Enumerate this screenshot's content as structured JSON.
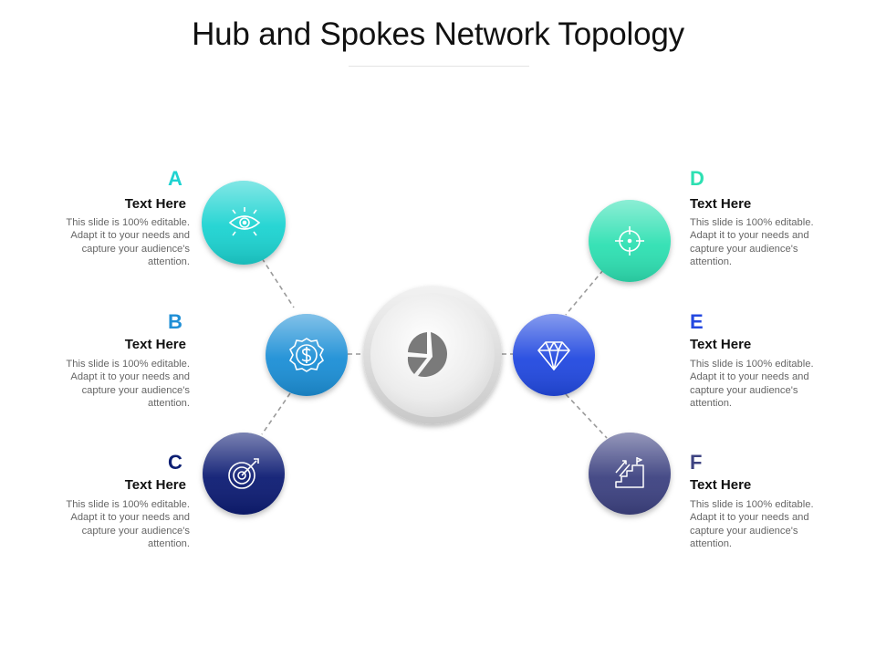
{
  "title": "Hub and Spokes Network Topology",
  "nodes": [
    {
      "letter": "A",
      "heading": "Text Here",
      "description": "This slide is 100% editable. Adapt it to your needs and capture your audience's attention.",
      "color": "#1fd3d1",
      "icon": "eye-icon"
    },
    {
      "letter": "B",
      "heading": "Text Here",
      "description": "This slide is 100% editable. Adapt it to your needs and capture your audience's attention.",
      "color": "#1f8fd6",
      "icon": "dollar-badge-icon"
    },
    {
      "letter": "C",
      "heading": "Text Here",
      "description": "This slide is 100% editable. Adapt it to your needs and capture your audience's attention.",
      "color": "#0c1f73",
      "icon": "target-icon"
    },
    {
      "letter": "D",
      "heading": "Text Here",
      "description": "This slide is 100% editable. Adapt it to your needs and capture your audience's attention.",
      "color": "#2de0b2",
      "icon": "crosshair-icon"
    },
    {
      "letter": "E",
      "heading": "Text Here",
      "description": "This slide is 100% editable. Adapt it to your needs and capture your audience's attention.",
      "color": "#2448e0",
      "icon": "diamond-icon"
    },
    {
      "letter": "F",
      "heading": "Text Here",
      "description": "This slide is 100% editable. Adapt it to your needs and capture your audience's attention.",
      "color": "#3d4381",
      "icon": "stairs-growth-icon"
    }
  ],
  "hub": {
    "icon": "pie-chart-icon",
    "color": "#7a7a7a"
  }
}
